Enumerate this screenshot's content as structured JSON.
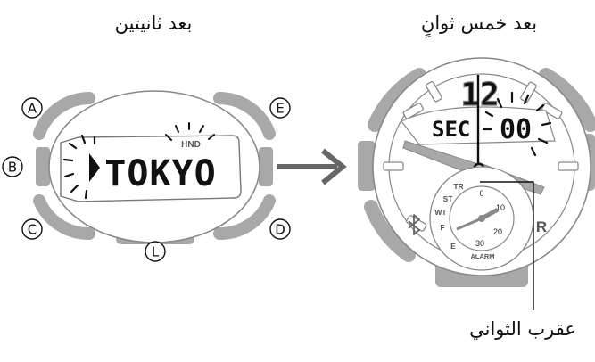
{
  "titles": {
    "after_two_seconds": "بعد ثانيتين",
    "after_five_seconds": "بعد خمس ثوانٍ"
  },
  "buttons": {
    "a": "A",
    "b": "B",
    "c": "C",
    "d": "D",
    "e": "E",
    "l": "L"
  },
  "left_watch": {
    "display_text": "TOKYO",
    "hnd_label": "HND"
  },
  "right_watch": {
    "sec_label": "SEC",
    "sec_value": "00",
    "twelve": "12",
    "r_mark": "R",
    "subdial": {
      "tr": "TR",
      "st": "ST",
      "wt": "WT",
      "f": "F",
      "e": "E",
      "n0": "0",
      "n10": "10",
      "n20": "20",
      "n30": "30",
      "alarm": "ALARM"
    }
  },
  "callout": {
    "second_hand_label": "عقرب الثواني"
  },
  "colors": {
    "bezel_gray": "#a8a8a8",
    "outline": "#777777",
    "arrow": "#666666",
    "ink": "#111111"
  }
}
